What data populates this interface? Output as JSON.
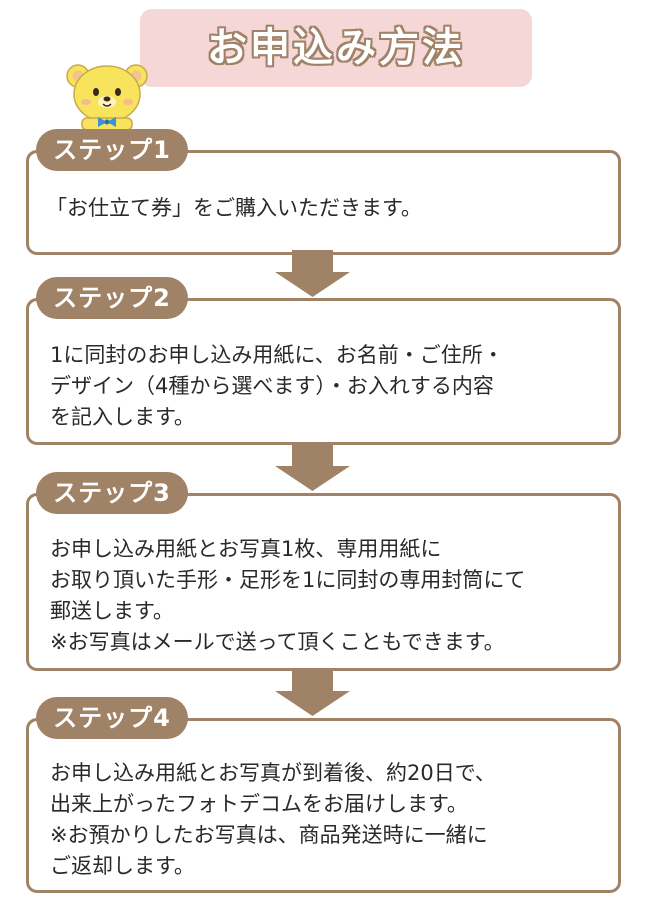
{
  "title": "お申込み方法",
  "steps": [
    {
      "label": "ステップ1",
      "lines": [
        "「お仕立て券」をご購入いただきます。"
      ]
    },
    {
      "label": "ステップ2",
      "lines": [
        "1に同封のお申し込み用紙に、お名前・ご住所・",
        "デザイン（4種から選べます）・お入れする内容",
        "を記入します。"
      ]
    },
    {
      "label": "ステップ3",
      "lines": [
        "お申し込み用紙とお写真1枚、専用用紙に",
        "お取り頂いた手形・足形を1に同封の専用封筒にて",
        "郵送します。",
        "※お写真はメールで送って頂くこともできます。"
      ]
    },
    {
      "label": "ステップ4",
      "lines": [
        "お申し込み用紙とお写真が到着後、約20日で、",
        "出来上がったフォトデコムをお届けします。",
        "※お預かりしたお写真は、商品発送時に一緒に",
        "ご返却します。"
      ]
    }
  ],
  "colors": {
    "accent_brown": "#a08367",
    "title_bg": "#f6d7d8",
    "bear_yellow": "#f7e35c",
    "bow_blue": "#3d8fd8"
  },
  "icons": [
    "bear-mascot-icon",
    "down-arrow-icon"
  ]
}
